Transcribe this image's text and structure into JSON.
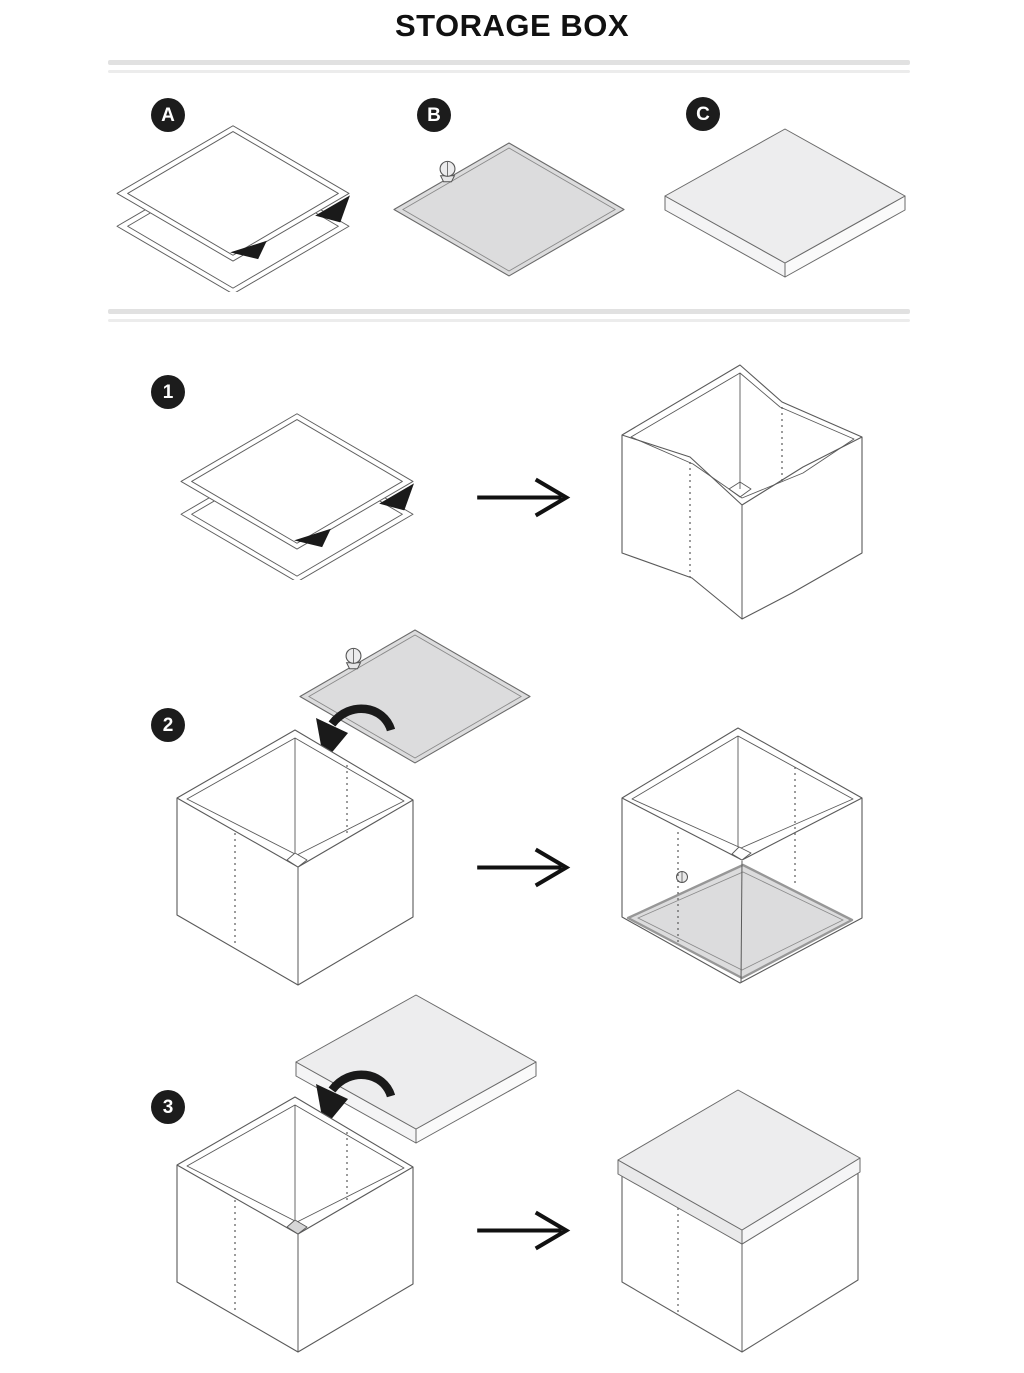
{
  "title": "STORAGE BOX",
  "parts": [
    {
      "label": "A",
      "figure": "folded-fabric-shell"
    },
    {
      "label": "B",
      "figure": "base-panel-with-button"
    },
    {
      "label": "C",
      "figure": "lid-panel"
    }
  ],
  "steps": [
    {
      "number": "1",
      "from_figure": "folded-fabric-shell",
      "to_figure": "shell-popped-open"
    },
    {
      "number": "2",
      "item_figure": "base-panel-with-button",
      "from_figure": "open-box",
      "to_figure": "open-box-with-base-installed"
    },
    {
      "number": "3",
      "item_figure": "lid-panel",
      "from_figure": "open-box-with-base",
      "to_figure": "closed-box-with-lid"
    }
  ],
  "icons": {
    "step_arrow": "right-arrow-icon",
    "insert_arrow": "curved-down-arrow-icon"
  },
  "colors": {
    "ink": "#1a1a1a",
    "line": "#5f5f5f",
    "badge_bg": "#1c1c1c",
    "badge_text": "#ffffff",
    "base_panel_fill": "#dcdcdd",
    "lid_fill": "#ededee",
    "divider_dark": "#e1e1e1",
    "divider_light": "#ececec",
    "background": "#ffffff"
  }
}
